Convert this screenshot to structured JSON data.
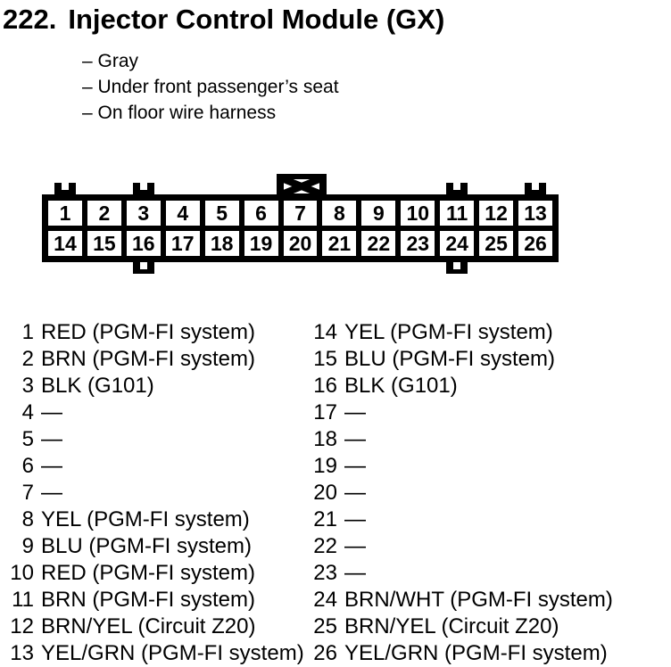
{
  "heading": {
    "number": "222.",
    "title": "Injector Control Module (GX)"
  },
  "location_notes": {
    "bullet_prefix": "–",
    "items": [
      "Gray",
      "Under front passenger’s seat",
      "On floor wire harness"
    ]
  },
  "connector": {
    "pins_top": [
      "1",
      "2",
      "3",
      "4",
      "5",
      "6",
      "7",
      "8",
      "9",
      "10",
      "11",
      "12",
      "13"
    ],
    "pins_bottom": [
      "14",
      "15",
      "16",
      "17",
      "18",
      "19",
      "20",
      "21",
      "22",
      "23",
      "24",
      "25",
      "26"
    ],
    "top_tab_pins": [
      1,
      3,
      11,
      13
    ],
    "bottom_tab_pins": [
      16,
      24
    ],
    "key_mark_pin": 7
  },
  "pin_table": {
    "left": [
      {
        "pin": "1",
        "desc": "RED (PGM-FI system)"
      },
      {
        "pin": "2",
        "desc": "BRN (PGM-FI system)"
      },
      {
        "pin": "3",
        "desc": "BLK (G101)"
      },
      {
        "pin": "4",
        "desc": "—"
      },
      {
        "pin": "5",
        "desc": "—"
      },
      {
        "pin": "6",
        "desc": "—"
      },
      {
        "pin": "7",
        "desc": "—"
      },
      {
        "pin": "8",
        "desc": "YEL (PGM-FI system)"
      },
      {
        "pin": "9",
        "desc": "BLU (PGM-FI system)"
      },
      {
        "pin": "10",
        "desc": "RED (PGM-FI system)"
      },
      {
        "pin": "11",
        "desc": "BRN (PGM-FI system)"
      },
      {
        "pin": "12",
        "desc": "BRN/YEL (Circuit Z20)"
      },
      {
        "pin": "13",
        "desc": "YEL/GRN (PGM-FI system)"
      }
    ],
    "right": [
      {
        "pin": "14",
        "desc": "YEL (PGM-FI system)"
      },
      {
        "pin": "15",
        "desc": "BLU (PGM-FI system)"
      },
      {
        "pin": "16",
        "desc": "BLK (G101)"
      },
      {
        "pin": "17",
        "desc": "—"
      },
      {
        "pin": "18",
        "desc": "—"
      },
      {
        "pin": "19",
        "desc": "—"
      },
      {
        "pin": "20",
        "desc": "—"
      },
      {
        "pin": "21",
        "desc": "—"
      },
      {
        "pin": "22",
        "desc": "—"
      },
      {
        "pin": "23",
        "desc": "—"
      },
      {
        "pin": "24",
        "desc": "BRN/WHT (PGM-FI system)"
      },
      {
        "pin": "25",
        "desc": "BRN/YEL (Circuit Z20)"
      },
      {
        "pin": "26",
        "desc": "YEL/GRN (PGM-FI system)"
      }
    ]
  },
  "colors": {
    "ink": "#000000",
    "paper": "#ffffff"
  }
}
